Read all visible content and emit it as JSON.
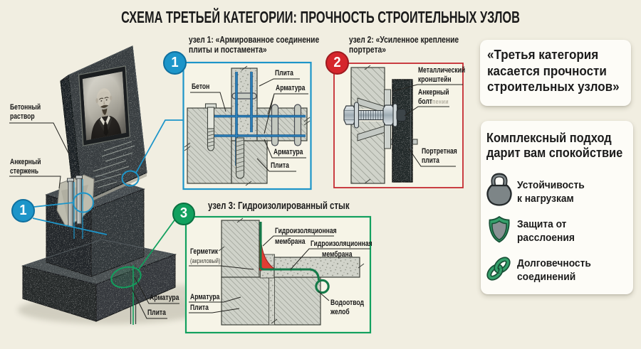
{
  "title": "СХЕМА ТРЕТЬЕЙ КАТЕГОРИИ: ПРОЧНОСТЬ СТРОИТЕЛЬНЫХ УЗЛОВ",
  "colors": {
    "background": "#f1eee1",
    "blue": "#1d95c9",
    "red": "#d5262c",
    "green": "#12a05e",
    "card": "#fdfcf7",
    "ink": "#1b1b1b"
  },
  "markers": {
    "node1": "1",
    "node2": "2",
    "node3": "3",
    "monument": "1"
  },
  "monument": {
    "labels": {
      "mortar": "Бетонный раствор",
      "anchor_rod": "Анкерный стержень",
      "rebar": "Арматура",
      "slab": "Плита"
    }
  },
  "node1": {
    "title_lines": [
      "узел 1: «Армированное соединение",
      "плиты и постамента»"
    ],
    "labels": {
      "concrete": "Бетон",
      "slab_top": "Плита",
      "rebar_top": "Арматура",
      "rebar_bottom": "Арматура",
      "slab_bottom": "Плита"
    }
  },
  "node2": {
    "title_lines": [
      "узел 2: «Усиленное крепление",
      "портрета»"
    ],
    "labels": {
      "bracket": "Металлический кронштейн",
      "anchor_bolt": "Анкерный болт",
      "anchor_bolt_ghost": "пении",
      "portrait_slab": "Портретная плита"
    }
  },
  "node3": {
    "title": "узел 3: Гидроизолированный стык",
    "labels": {
      "membrane_top_lines": [
        "Гидроизоляционная",
        "мембрана"
      ],
      "membrane_right_lines": [
        "Гидроизоляционная",
        "мембрана"
      ],
      "sealant": "Герметик",
      "sealant_note": "(акриловый)",
      "rebar": "Арматура",
      "slab": "Плита",
      "gutter": "Водоотвод желоб"
    }
  },
  "sidebar": {
    "quote": "«Третья категория касается прочности строительных узлов»",
    "benefits": {
      "heading": "Комплексный подход дарит вам спокойствие",
      "items": [
        {
          "icon": "kettlebell-icon",
          "label": "Устойчивость к нагрузкам"
        },
        {
          "icon": "shield-icon",
          "label": "Защита от расслоения"
        },
        {
          "icon": "chain-icon",
          "label": "Долговечность соединений"
        }
      ]
    }
  }
}
